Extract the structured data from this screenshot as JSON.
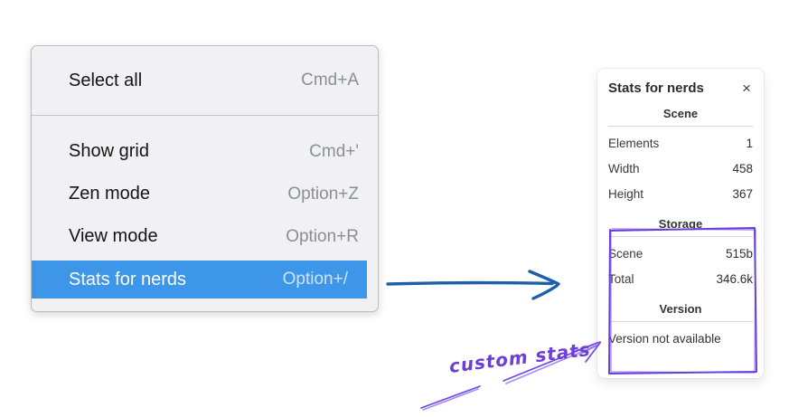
{
  "context_menu": {
    "items": [
      {
        "label": "Select all",
        "shortcut": "Cmd+A",
        "selected": false
      },
      {
        "label": "Show grid",
        "shortcut": "Cmd+'",
        "selected": false
      },
      {
        "label": "Zen mode",
        "shortcut": "Option+Z",
        "selected": false
      },
      {
        "label": "View mode",
        "shortcut": "Option+R",
        "selected": false
      },
      {
        "label": "Stats for nerds",
        "shortcut": "Option+/",
        "selected": true
      }
    ],
    "highlight_color": "#3d96e8"
  },
  "stats_panel": {
    "title": "Stats for nerds",
    "close_icon": "×",
    "sections": [
      {
        "heading": "Scene",
        "rows": [
          {
            "label": "Elements",
            "value": "1"
          },
          {
            "label": "Width",
            "value": "458"
          },
          {
            "label": "Height",
            "value": "367"
          }
        ]
      },
      {
        "heading": "Storage",
        "rows": [
          {
            "label": "Scene",
            "value": "515b"
          },
          {
            "label": "Total",
            "value": "346.6k"
          }
        ]
      },
      {
        "heading": "Version",
        "note": "Version not available"
      }
    ]
  },
  "annotation": {
    "label": "custom stats",
    "color": "#7048e8",
    "box_color": "#6741d9"
  },
  "flow_arrow": {
    "color": "#1e5fa9"
  }
}
